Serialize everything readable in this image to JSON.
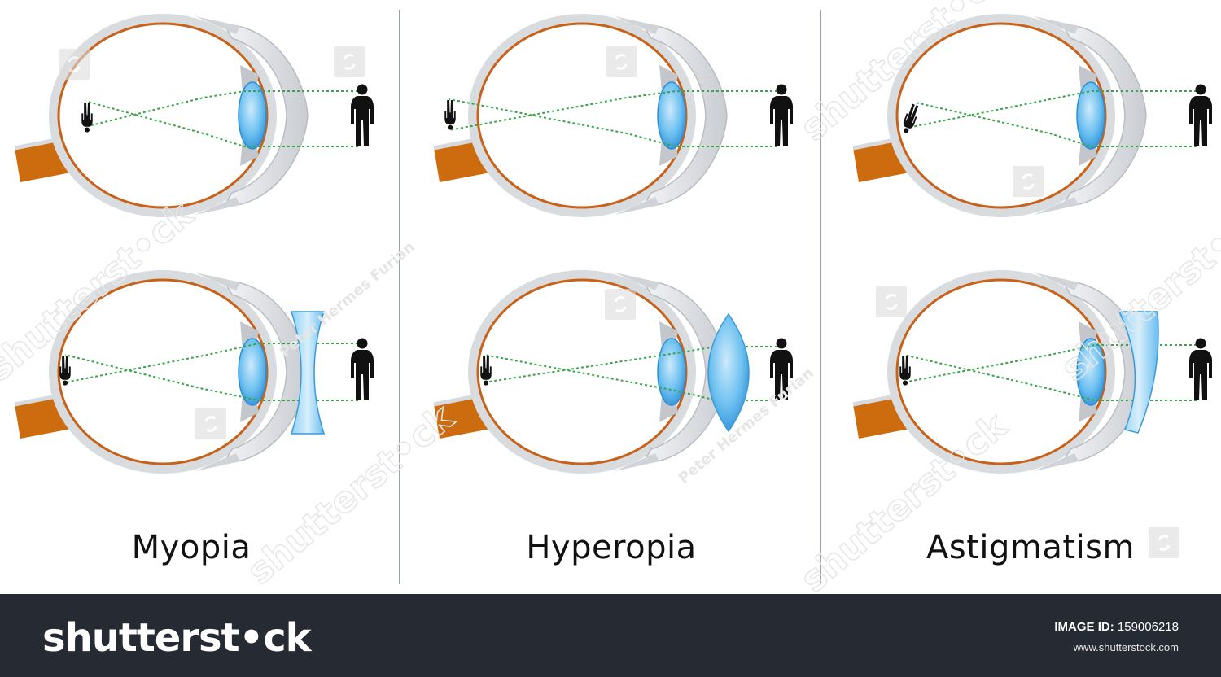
{
  "captions": [
    "Myopia",
    "Hyperopia",
    "Astigmatism"
  ],
  "footer": {
    "brand": "shutterst•ck",
    "image_id_label": "IMAGE ID:",
    "image_id": "159006218",
    "site": "www.shutterstock.com"
  },
  "watermarks": {
    "brand": "shutterst•ck",
    "artist": "Peter Hermes Furian"
  },
  "colors": {
    "sclera": "#d6d9dd",
    "retina": "#c8621a",
    "optic_nerve": "#cd6c0f",
    "lens": "#5ab2ea",
    "ray": "#36a447",
    "figure": "#111111",
    "footer_bg": "#262a33",
    "divider": "#9aa0a8"
  }
}
